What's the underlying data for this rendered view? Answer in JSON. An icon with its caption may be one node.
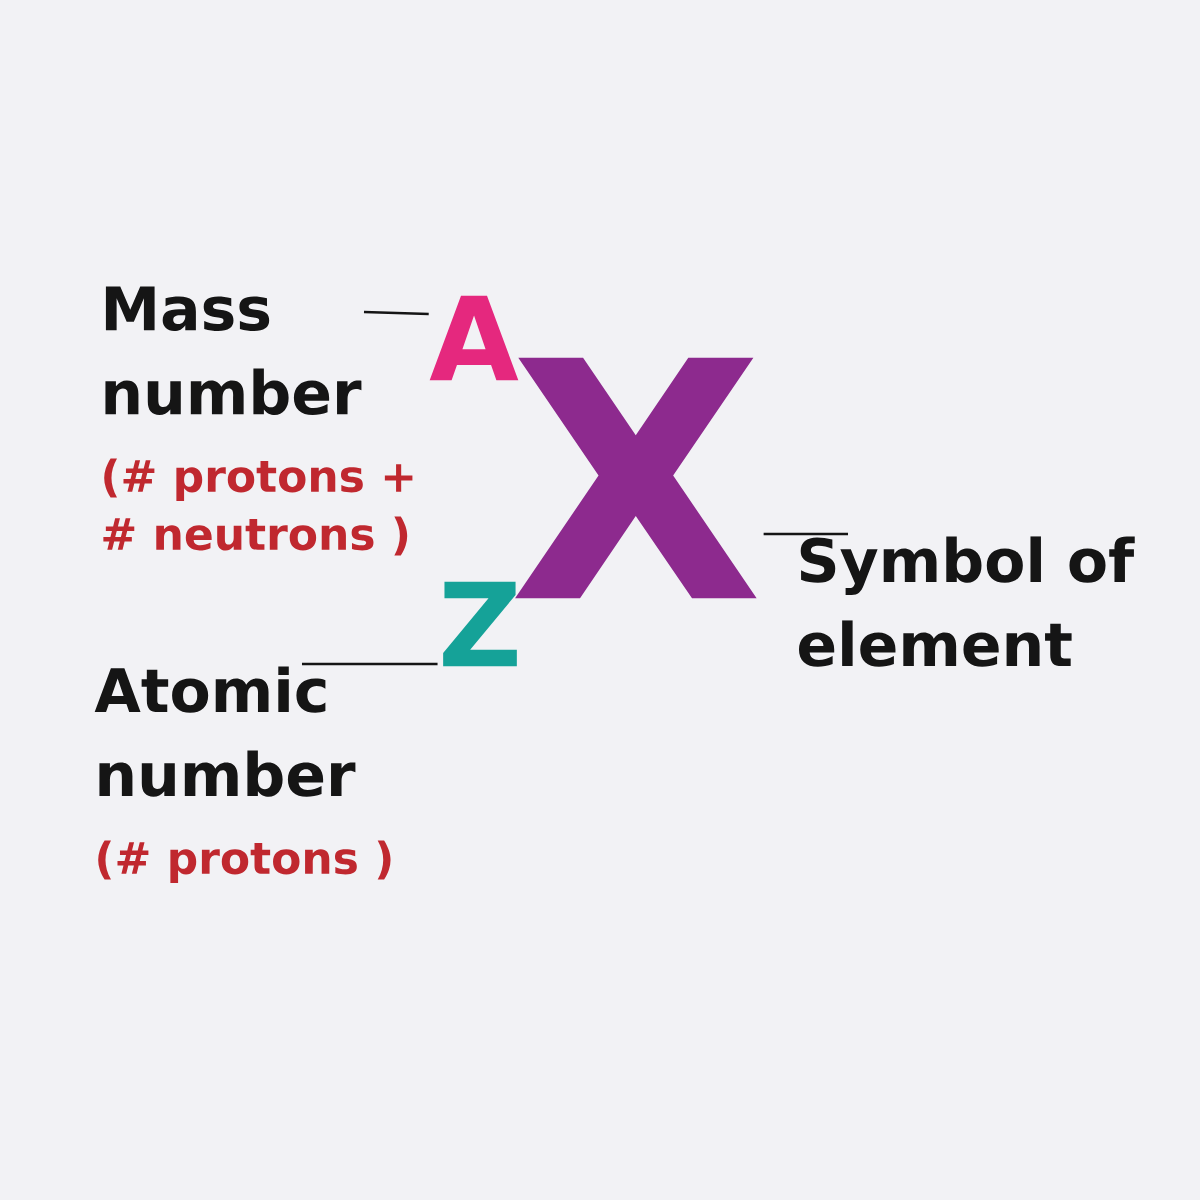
{
  "diagram": {
    "nodes": [
      {
        "text": [
          "Mass number"
        ],
        "beside": [
          "(# protons + # neutrons )"
        ]
      },
      {
        "text": [
          "A"
        ]
      },
      {
        "text": [
          "X"
        ]
      },
      {
        "text": [
          "Z"
        ]
      },
      {
        "text": [
          "Atomic number"
        ],
        "beside": [
          "(# protons )"
        ]
      },
      {
        "text": [
          "Symbol of element"
        ]
      }
    ],
    "edges": [
      {
        "from": 0,
        "to": 1,
        "arrow": "none"
      },
      {
        "from": 4,
        "to": 3,
        "arrow": "none"
      },
      {
        "from": 5,
        "to": 2,
        "arrow": "none"
      }
    ]
  }
}
